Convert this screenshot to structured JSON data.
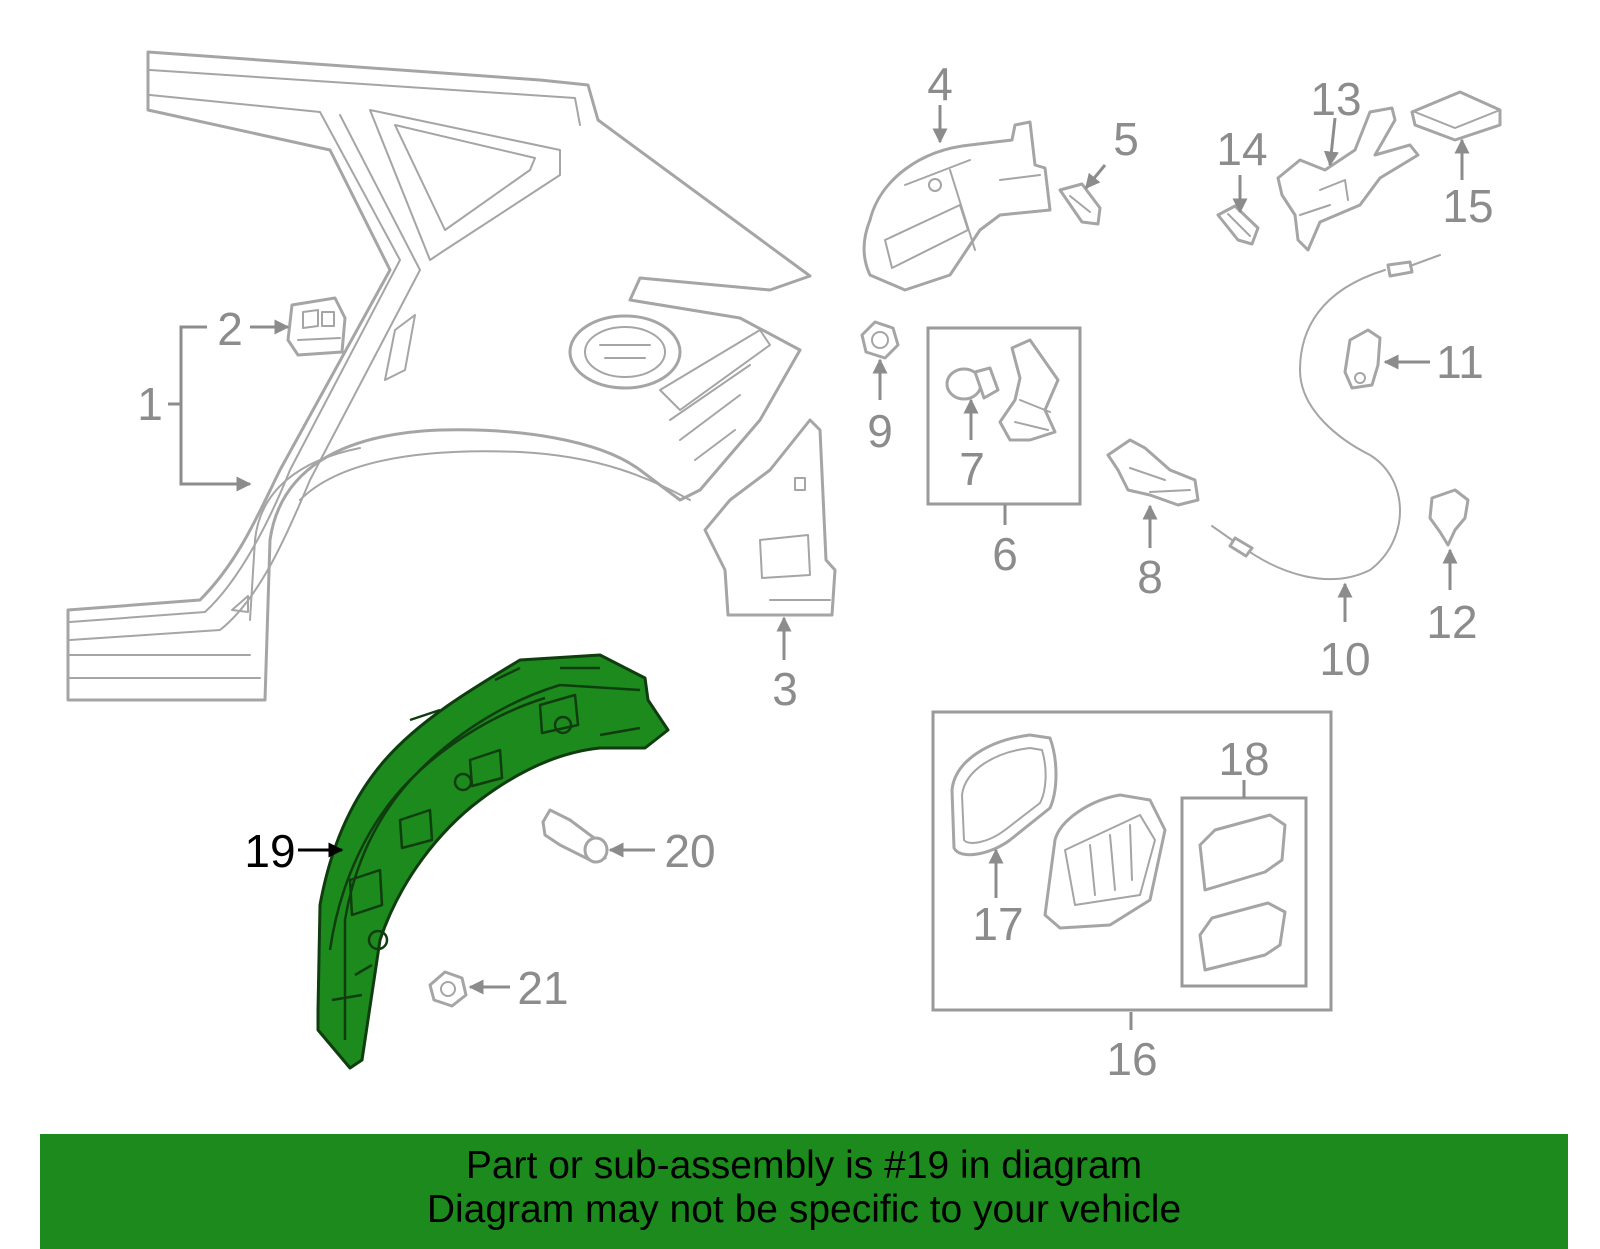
{
  "highlight_color": "#1d8a1d",
  "highlighted_part": "19",
  "callouts": [
    "1",
    "2",
    "3",
    "4",
    "5",
    "6",
    "7",
    "8",
    "9",
    "10",
    "11",
    "12",
    "13",
    "14",
    "15",
    "16",
    "17",
    "18",
    "19",
    "20",
    "21"
  ],
  "banner": {
    "line1": "Part or sub-assembly is #19 in diagram",
    "line2": "Diagram may not be specific to your vehicle"
  }
}
